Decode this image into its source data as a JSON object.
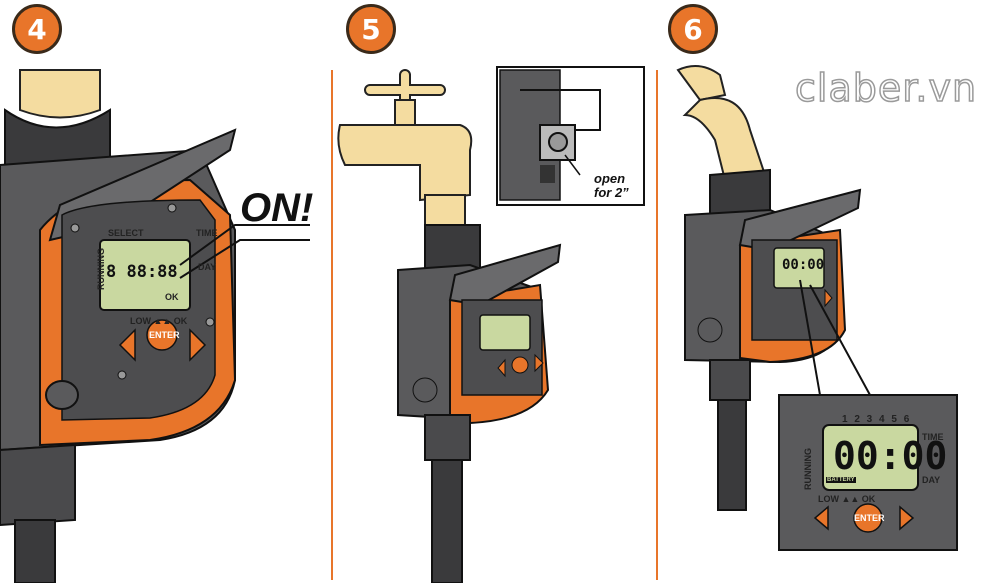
{
  "steps": [
    {
      "number": "4",
      "callout": "ON!"
    },
    {
      "number": "5",
      "note_line1": "open",
      "note_line2": "for 2”"
    },
    {
      "number": "6",
      "lcd_time": "00:00"
    }
  ],
  "brand_watermark": "claber.vn",
  "step6_detail": {
    "lcd_time": "00:00",
    "zone_numbers": "1 2 3 4 5 6",
    "label_running": "RUNNING",
    "label_time": "TIME",
    "label_day": "DAY",
    "label_low_ok": "LOW ▲▲ OK",
    "label_battery": "BATTERY",
    "enter_label": "ENTER"
  },
  "step4_detail": {
    "lcd_digits": "8 88:88",
    "label_select": "SELECT",
    "label_time": "TIME",
    "label_day": "DAY",
    "label_running": "RUNNING",
    "label_ok": "OK",
    "label_low_ok": "LOW ▲▲ OK",
    "enter_label": "ENTER"
  },
  "colors": {
    "accent": "#e8752a",
    "body_gray": "#5a5a5c",
    "lcd": "#c9d8a0",
    "brass": "#f4dca0"
  },
  "icons": [
    "tap-faucet-icon",
    "valve-knob-icon",
    "left-arrow-button-icon",
    "right-arrow-button-icon",
    "enter-button-icon"
  ]
}
